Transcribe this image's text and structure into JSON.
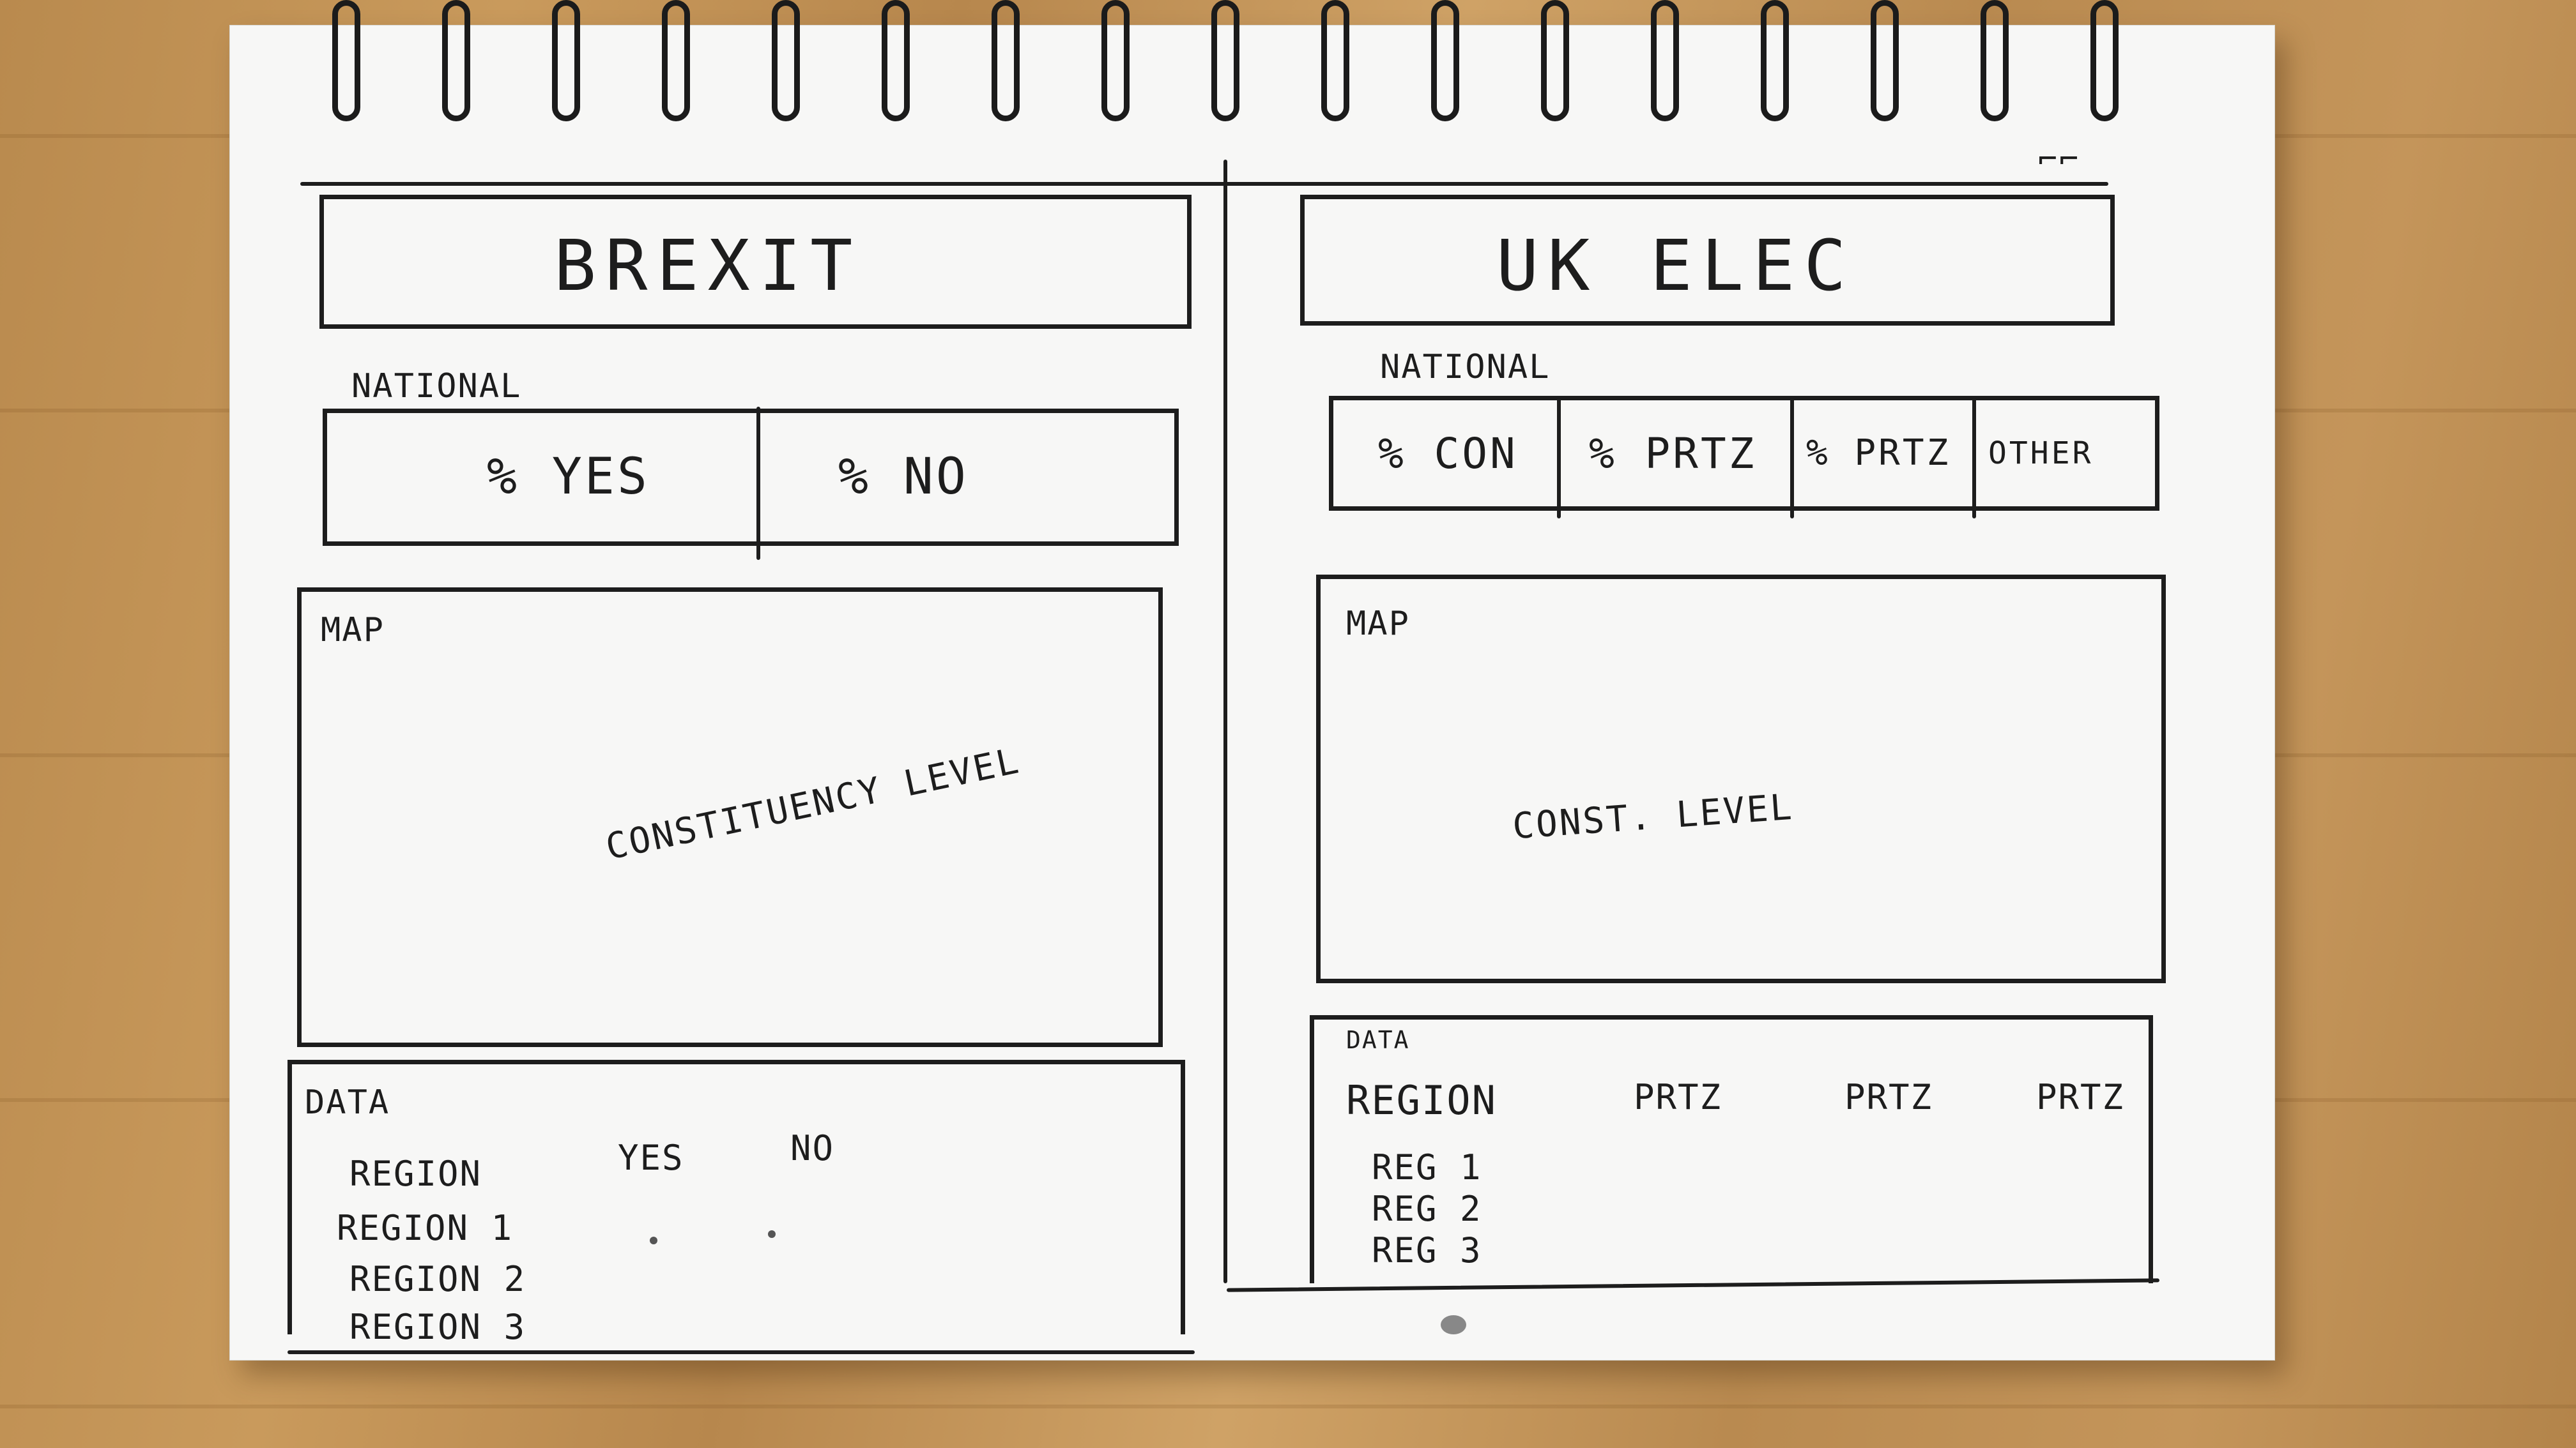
{
  "brexit": {
    "title": "BREXIT",
    "national_label": "NATIONAL",
    "national_cells": [
      "% YES",
      "% NO"
    ],
    "map_label": "MAP",
    "map_note": "CONSTITUENCY LEVEL",
    "data_label": "DATA",
    "data_headers": [
      "REGION",
      "YES",
      "NO"
    ],
    "data_rows": [
      "REGION 1",
      "REGION 2",
      "REGION 3"
    ]
  },
  "uk_elec": {
    "title": "UK ELEC",
    "national_label": "NATIONAL",
    "national_cells": [
      "% CON",
      "% PRTZ",
      "% PRTZ",
      "OTHER"
    ],
    "map_label": "MAP",
    "map_note": "CONST. LEVEL",
    "data_label": "DATA",
    "data_headers": [
      "REGION",
      "PRTZ",
      "PRTZ",
      "PRTZ"
    ],
    "data_rows": [
      "REG 1",
      "REG 2",
      "REG 3"
    ]
  },
  "colors": {
    "ink": "#1d1d1d",
    "paper": "#f7f7f6",
    "wood": "#c4955a"
  }
}
